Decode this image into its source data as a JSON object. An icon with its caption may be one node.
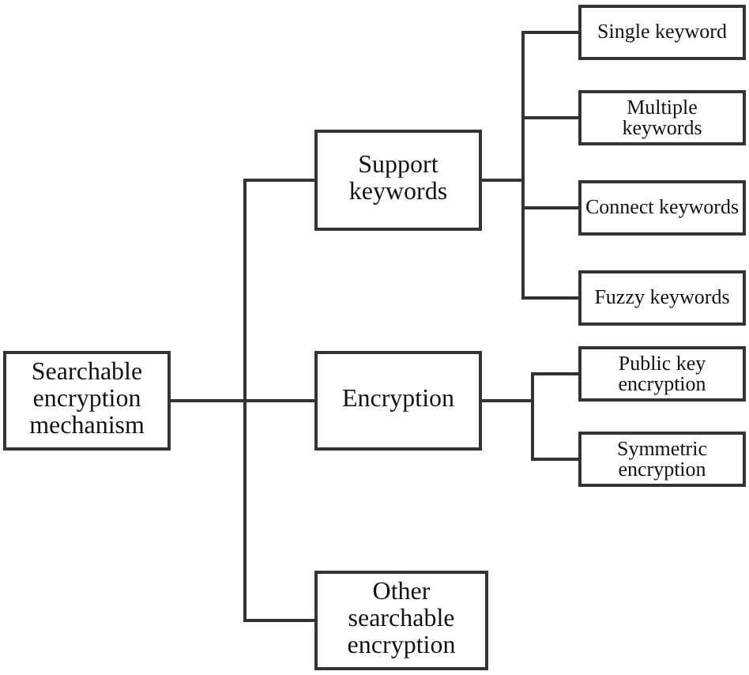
{
  "diagram": {
    "nodes": [
      {
        "text": [
          "Searchable encryption mechanism"
        ]
      },
      {
        "text": [
          "Support keywords"
        ]
      },
      {
        "text": [
          "Encryption"
        ]
      },
      {
        "text": [
          "Other searchable encryption"
        ]
      },
      {
        "text": [
          "Single keyword"
        ]
      },
      {
        "text": [
          "Multiple keywords"
        ]
      },
      {
        "text": [
          "Connect keywords"
        ]
      },
      {
        "text": [
          "Fuzzy keywords"
        ]
      },
      {
        "text": [
          "Public key encryption"
        ]
      },
      {
        "text": [
          "Symmetric encryption"
        ]
      }
    ],
    "edges": [
      {
        "from": 0,
        "to": 1,
        "arrow": "none"
      },
      {
        "from": 0,
        "to": 2,
        "arrow": "none"
      },
      {
        "from": 0,
        "to": 3,
        "arrow": "none"
      },
      {
        "from": 1,
        "to": 4,
        "arrow": "none"
      },
      {
        "from": 1,
        "to": 5,
        "arrow": "none"
      },
      {
        "from": 1,
        "to": 6,
        "arrow": "none"
      },
      {
        "from": 1,
        "to": 7,
        "arrow": "none"
      },
      {
        "from": 2,
        "to": 8,
        "arrow": "none"
      },
      {
        "from": 2,
        "to": 9,
        "arrow": "none"
      }
    ]
  }
}
